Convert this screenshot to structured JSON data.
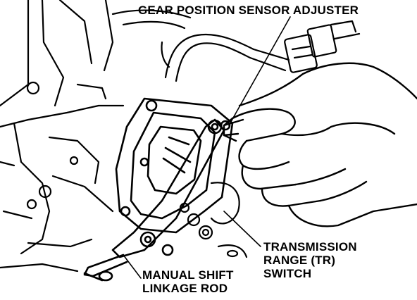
{
  "labels": {
    "gear_position_sensor_adjuster": "GEAR POSITION SENSOR ADJUSTER",
    "transmission_range_switch": [
      "TRANSMISSION",
      "RANGE (TR)",
      "SWITCH"
    ],
    "manual_shift_linkage_rod": [
      "MANUAL SHIFT",
      "LINKAGE ROD"
    ]
  },
  "colors": {
    "ink": "#000000",
    "paper": "#ffffff"
  }
}
